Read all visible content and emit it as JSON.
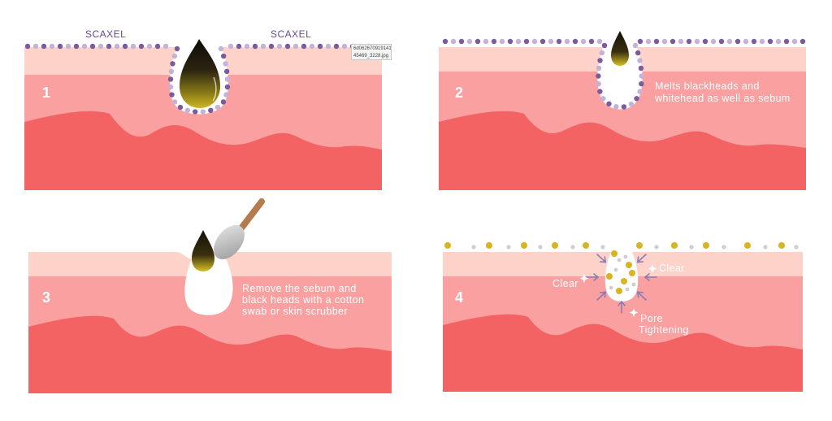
{
  "brand": "SCAXEL",
  "filename_tag": "6d062670919141\n45469_3228.jpg",
  "panels": [
    {
      "number": "1",
      "caption": []
    },
    {
      "number": "2",
      "caption": [
        "Melts blackheads and",
        "whitehead as well as sebum"
      ]
    },
    {
      "number": "3",
      "caption": [
        "Remove the sebum and",
        "black heads with a cotton",
        "swab or skin scrubber"
      ]
    },
    {
      "number": "4",
      "caption": [],
      "labels": {
        "clear_left": "Clear",
        "clear_right": "Clear",
        "pore_line1": "Pore",
        "pore_line2": "Tightening"
      }
    }
  ],
  "colors": {
    "epidermis": "#fdd2c9",
    "dermis": "#fba0a0",
    "subcutis": "#f46363",
    "purple_dot": "#7a5b9e",
    "lavender_dot": "#c4b2d8",
    "gold_dot": "#d8b322",
    "grey_dot": "#cfcfcf",
    "arrow": "#8a7ab3",
    "text_white": "#ffffff",
    "brand_text": "#6a4a93"
  }
}
